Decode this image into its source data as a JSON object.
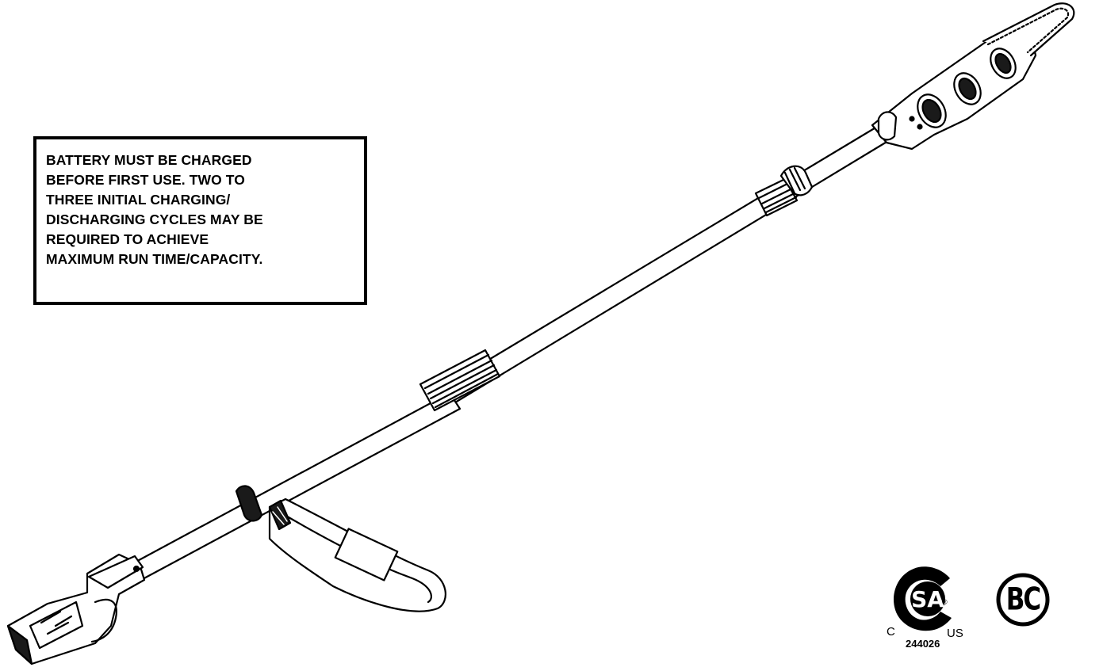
{
  "notice": {
    "lines": [
      "BATTERY MUST BE CHARGED",
      "BEFORE FIRST USE. TWO TO",
      "THREE INITIAL CHARGING/",
      "DISCHARGING CYCLES MAY BE",
      "REQUIRED TO ACHIEVE",
      "MAXIMUM RUN TIME/CAPACITY."
    ]
  },
  "certifications": {
    "csa": {
      "logo_text": "SA",
      "left_label": "C",
      "right_label": "US",
      "number": "244026",
      "registered": "®"
    },
    "bc": {
      "text": "BC"
    }
  },
  "illustration": {
    "name": "cordless-pole-saw",
    "colors": {
      "line": "#000000",
      "fill": "#ffffff",
      "dark": "#1a1a1a"
    }
  }
}
